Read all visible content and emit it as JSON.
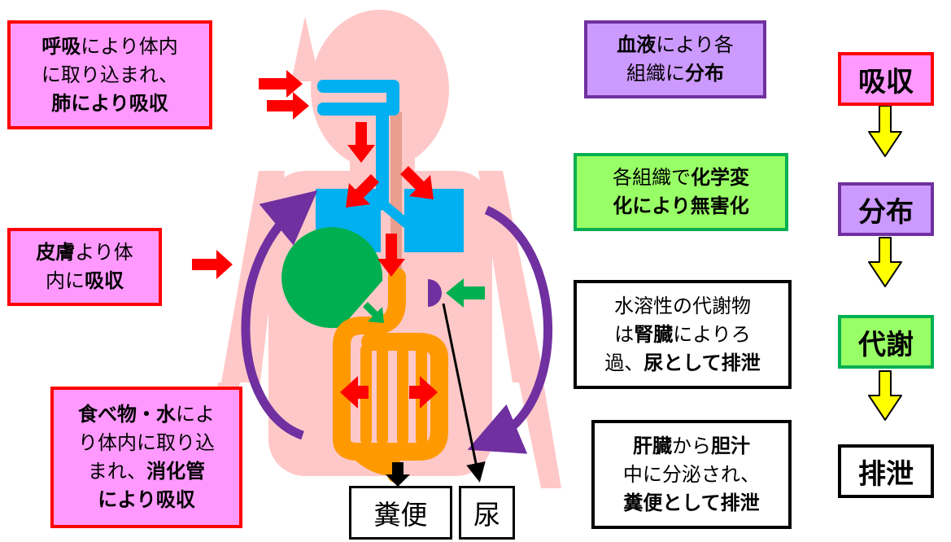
{
  "boxes": {
    "lung": {
      "l1a": "呼吸",
      "l1b": "により体内",
      "l2": "に取り込まれ、",
      "l3": "肺により吸収"
    },
    "skin": {
      "l1a": "皮膚",
      "l1b": "より体",
      "l2a": "内に",
      "l2b": "吸収"
    },
    "food": {
      "l1a": "食べ物・水",
      "l1b": "によ",
      "l2": "り体内に取り込",
      "l3a": "まれ、",
      "l3b": "消化管",
      "l4": "により吸収"
    },
    "blood": {
      "l1a": "血液",
      "l1b": "により各",
      "l2a": "組織に",
      "l2b": "分布"
    },
    "tissue": {
      "l1a": "各組織で",
      "l1b": "化学変",
      "l2": "化により無害化"
    },
    "kidney": {
      "l1": "水溶性の代謝物",
      "l2a": "は",
      "l2b": "腎臓",
      "l2c": "によりろ",
      "l3a": "過、",
      "l3b": "尿として排泄"
    },
    "liver": {
      "l1a": "肝臓",
      "l1b": "から",
      "l1c": "胆汁",
      "l2": "中に分泌され、",
      "l3": "糞便として排泄"
    }
  },
  "outputs": {
    "feces": "糞便",
    "urine": "尿"
  },
  "stages": [
    "吸収",
    "分布",
    "代謝",
    "排泄"
  ],
  "colors": {
    "body": "#ffc8c8",
    "red_arrow": "#ff0000",
    "purple_arrow": "#7030a0",
    "lungs": "#00b0f0",
    "liver": "#00b050",
    "intestine": "#ff9900",
    "yellow_arrow": "#ffff00"
  }
}
